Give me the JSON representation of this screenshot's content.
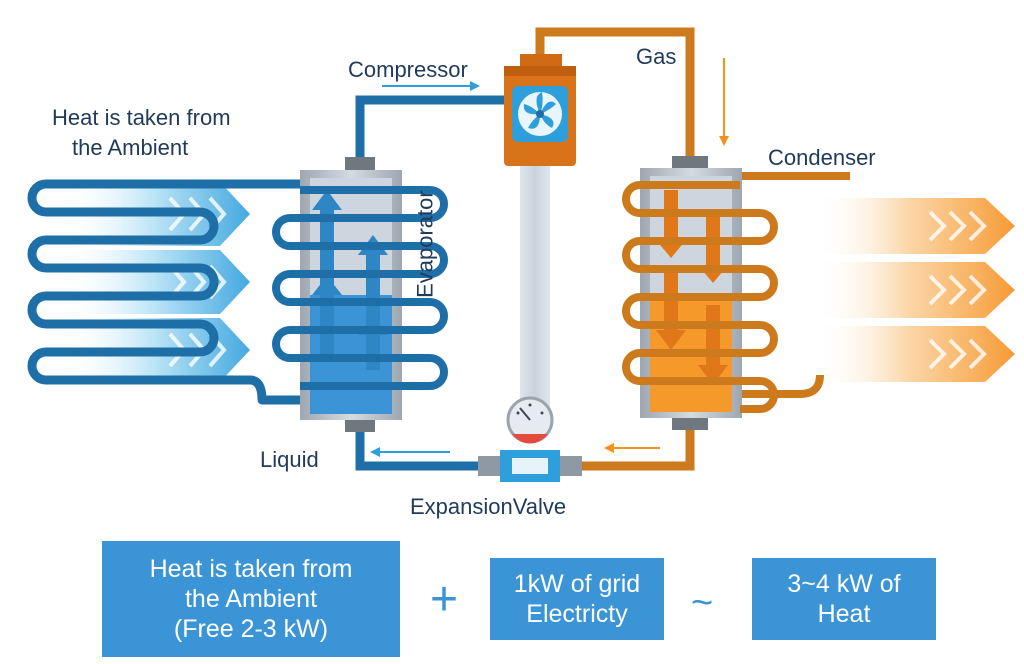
{
  "labels": {
    "compressor": "Compressor",
    "gas": "Gas",
    "heat_ambient_line1": "Heat is taken from",
    "heat_ambient_line2": "the Ambient",
    "condenser": "Condenser",
    "evaporator": "Evaporator",
    "liquid": "Liquid",
    "expansion_valve": "ExpansionValve"
  },
  "equation": {
    "box1": {
      "line1": "Heat is taken from",
      "line2": "the Ambient",
      "line3": "(Free 2-3 kW)"
    },
    "plus": "+",
    "box2": {
      "line1": "1kW of grid",
      "line2": "Electricty"
    },
    "approx": "~",
    "box3": {
      "line1": "3~4 kW of",
      "line2": "Heat"
    }
  },
  "colors": {
    "cold_pipe": "#1e6fa8",
    "hot_pipe": "#cc7a1c",
    "cold_fill": "#3a94d6",
    "hot_fill": "#f59a2a",
    "box_fill": "#3a94d6",
    "text": "#1f3a5a"
  },
  "icons": [
    "fan-icon",
    "pressure-gauge-icon",
    "valve-icon"
  ]
}
